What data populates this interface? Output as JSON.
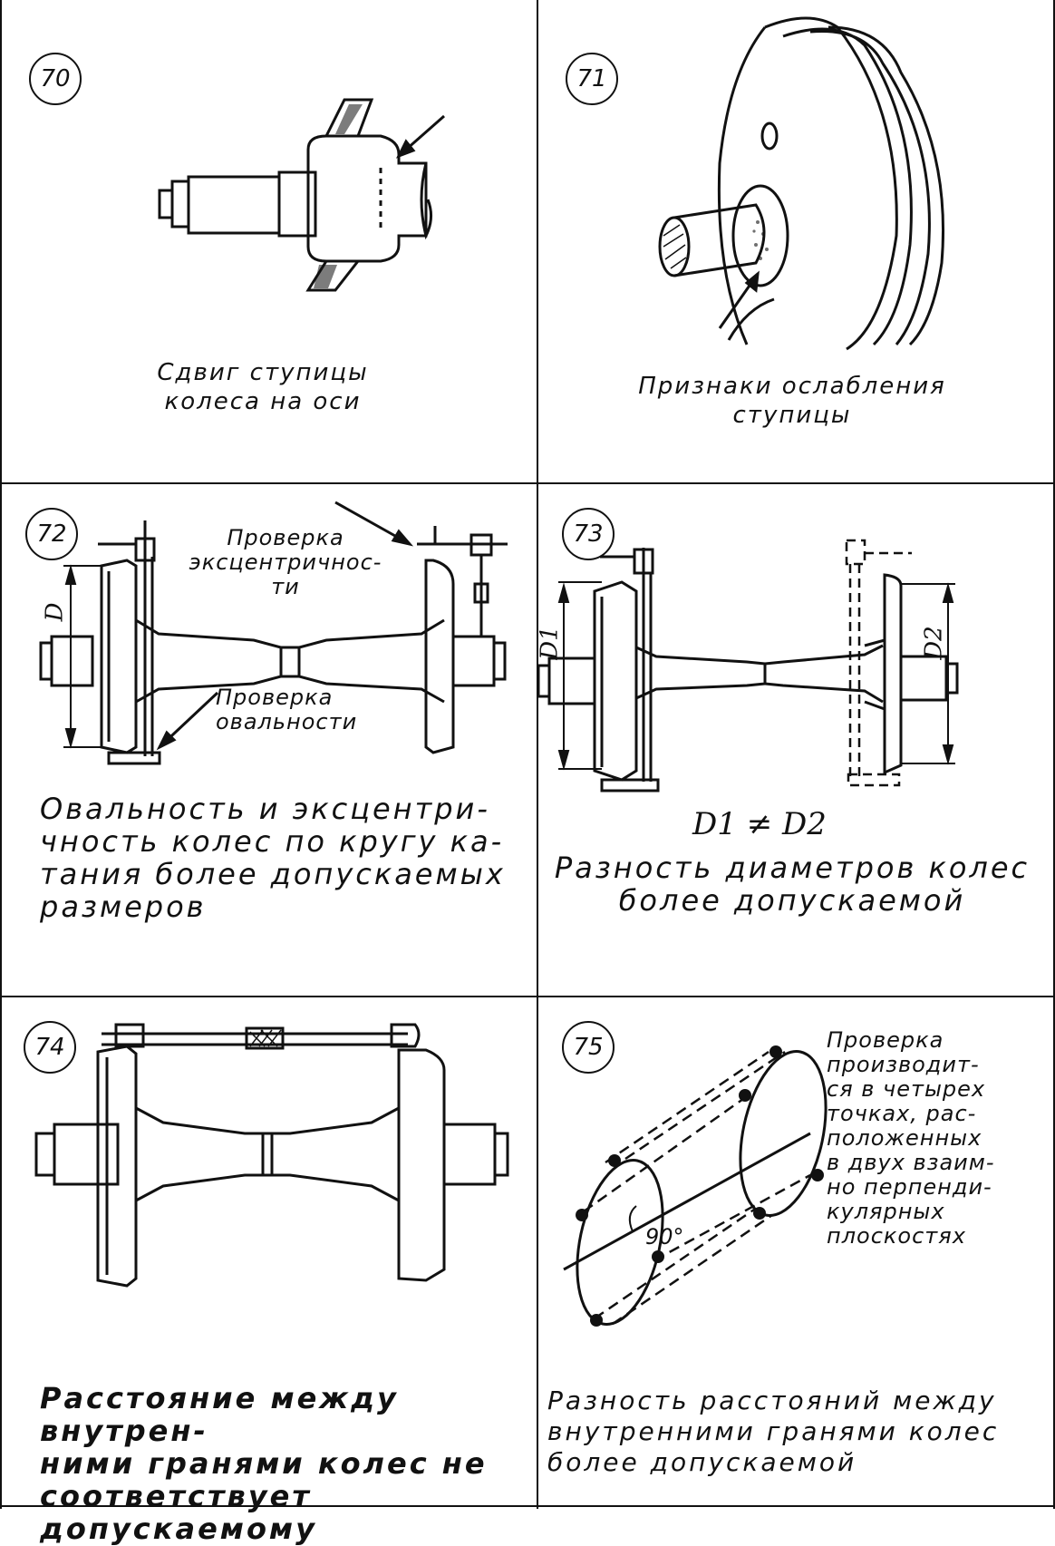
{
  "panels": {
    "p70": {
      "number": "70",
      "caption": [
        "Сдвиг ступицы",
        "колеса на оси"
      ]
    },
    "p71": {
      "number": "71",
      "caption": [
        "Признаки ослабления",
        "ступицы"
      ]
    },
    "p72": {
      "number": "72",
      "label_ecc": [
        "Проверка",
        "эксцентричнос-",
        "ти"
      ],
      "label_oval": [
        "Проверка",
        "овальности"
      ],
      "dim": "D",
      "caption": [
        "Овальность и эксцентри-",
        "чность колес по кругу ка-",
        "тания более допускаемых",
        "размеров"
      ]
    },
    "p73": {
      "number": "73",
      "dim1": "D1",
      "dim2": "D2",
      "formula": "D1 ≠ D2",
      "caption": [
        "Разность диаметров колес",
        "более допускаемой"
      ]
    },
    "p74": {
      "number": "74",
      "caption": [
        "Расстояние между внутрен-",
        "ними гранями колес не",
        "соответствует допускаемому"
      ]
    },
    "p75": {
      "number": "75",
      "angle": "90°",
      "note": [
        "Проверка",
        "производит-",
        "ся в четырех",
        "точках, рас-",
        "положенных",
        "в двух взаим-",
        "но перпенди-",
        "кулярных",
        "плоскостях"
      ],
      "caption": [
        "Разность расстояний между",
        "внутренними гранями колес",
        "более допускаемой"
      ]
    }
  }
}
